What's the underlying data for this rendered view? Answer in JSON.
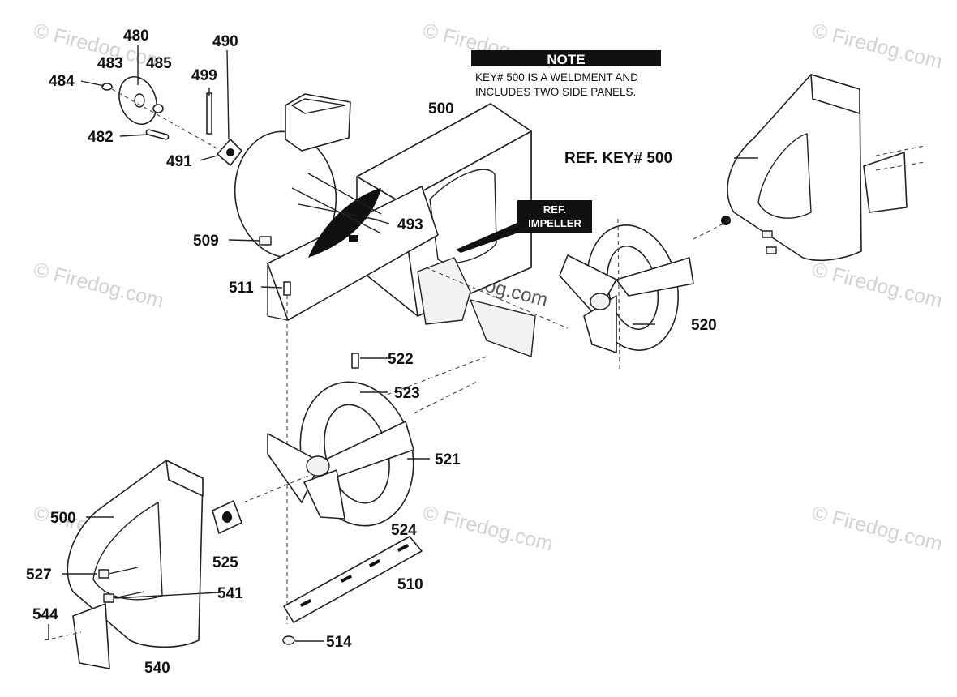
{
  "watermark": "© Firedog.com",
  "note": {
    "title": "NOTE",
    "line1": "KEY# 500 IS A WELDMENT AND",
    "line2": "INCLUDES TWO SIDE PANELS."
  },
  "callout_impeller": {
    "line1": "REF.",
    "line2": "IMPELLER"
  },
  "ref_key": "REF. KEY# 500",
  "labels": {
    "p480": "480",
    "p490": "490",
    "p483": "483",
    "p485": "485",
    "p484": "484",
    "p499": "499",
    "p482": "482",
    "p491": "491",
    "p500_top": "500",
    "p493": "493",
    "p509": "509",
    "p511": "511",
    "p520": "520",
    "p522": "522",
    "p523": "523",
    "p521": "521",
    "p524": "524",
    "p500_left": "500",
    "p525": "525",
    "p510": "510",
    "p527": "527",
    "p541": "541",
    "p544": "544",
    "p514": "514",
    "p540": "540"
  }
}
